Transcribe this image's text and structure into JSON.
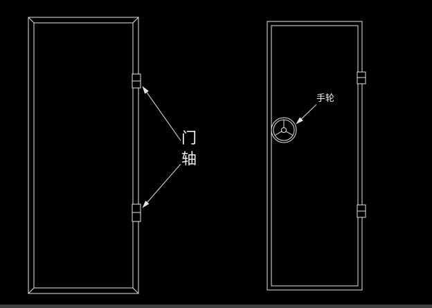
{
  "canvas": {
    "background_color": "#000000",
    "line_color": "#e6e6e6",
    "text_color": "#f2f2f2"
  },
  "drawing": {
    "description_left": "door-leaf-with-frame-and-two-hinges",
    "description_right": "door-leaf-with-handwheel-and-two-hinges"
  },
  "callouts": {
    "door_axis": {
      "line1": "门",
      "line2": "轴"
    },
    "handwheel": {
      "label": "手轮"
    }
  }
}
